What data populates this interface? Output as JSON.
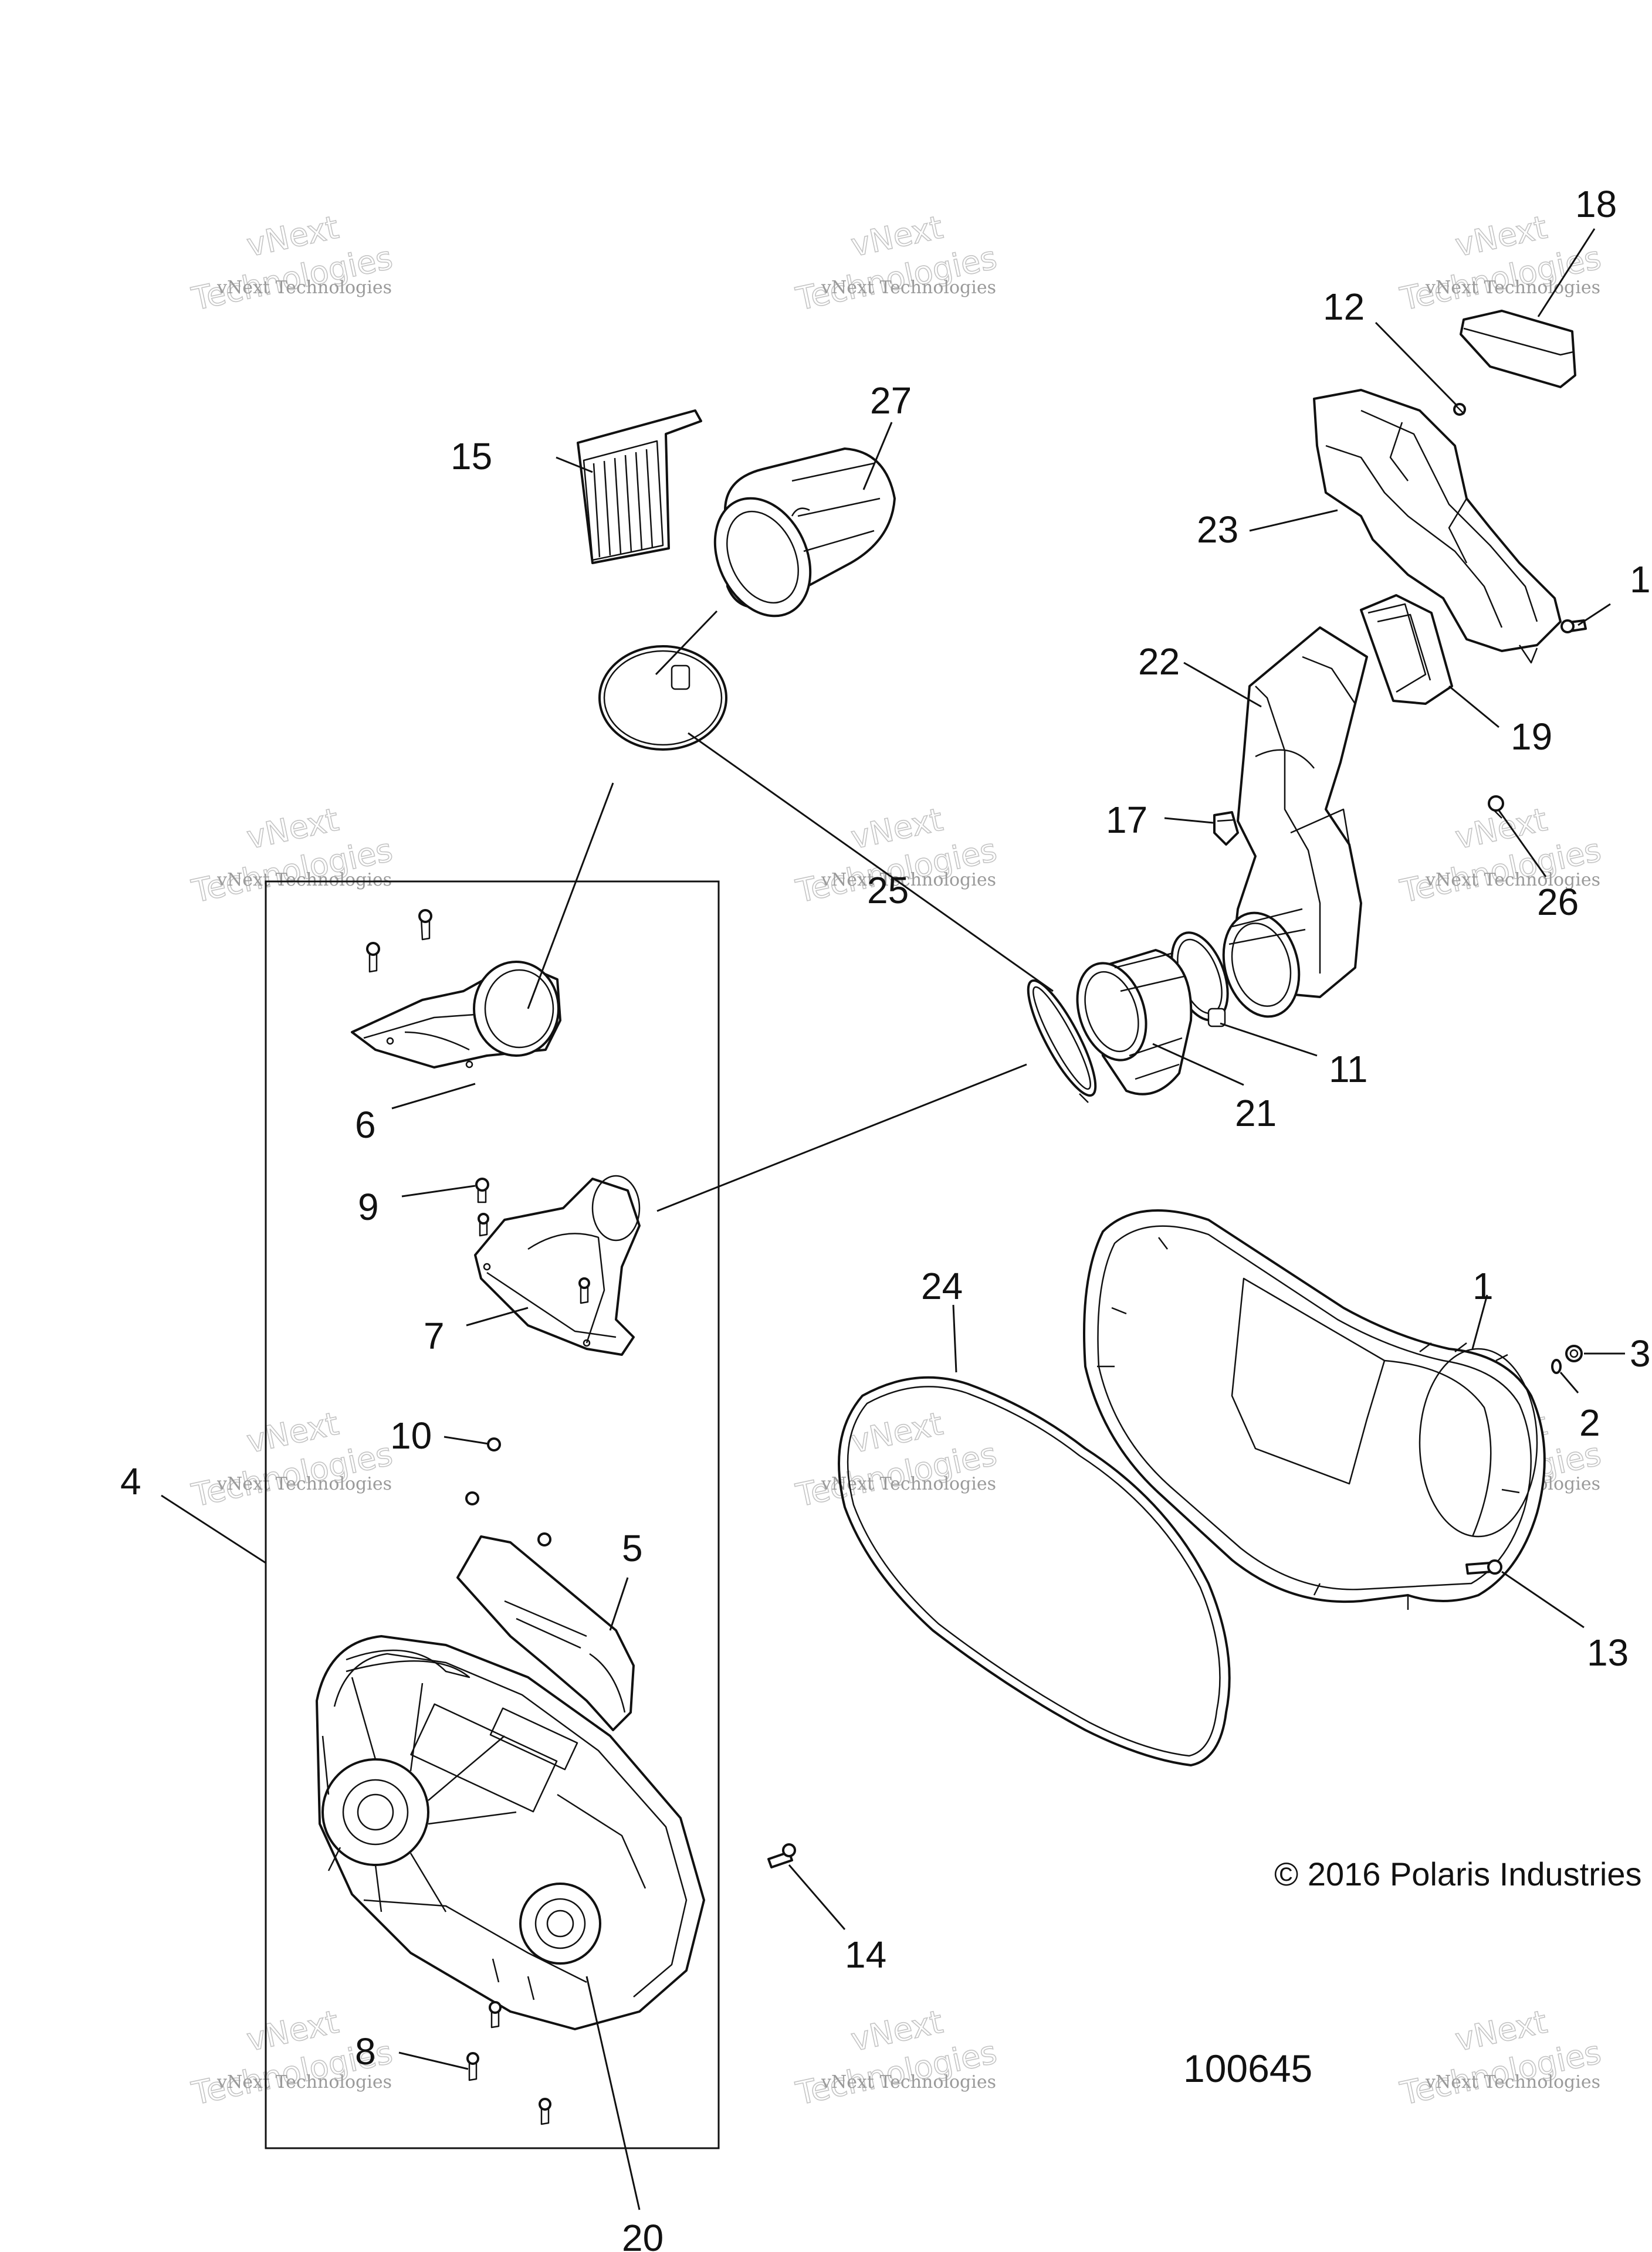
{
  "callouts": {
    "c1": "1",
    "c2": "2",
    "c3": "3",
    "c4": "4",
    "c5": "5",
    "c6": "6",
    "c7": "7",
    "c8": "8",
    "c9": "9",
    "c10": "10",
    "c11": "11",
    "c12": "12",
    "c13": "13",
    "c14": "14",
    "c15": "15",
    "c16": "1",
    "c17": "17",
    "c18": "18",
    "c19": "19",
    "c20": "20",
    "c21": "21",
    "c22": "22",
    "c23": "23",
    "c24": "24",
    "c25": "25",
    "c26": "26",
    "c27": "27"
  },
  "copyright": "© 2016 Polaris Industries",
  "part_number": "100645",
  "watermark": {
    "line1": "vNext Technologies",
    "line2": "Technologies",
    "line3": "vNext"
  }
}
